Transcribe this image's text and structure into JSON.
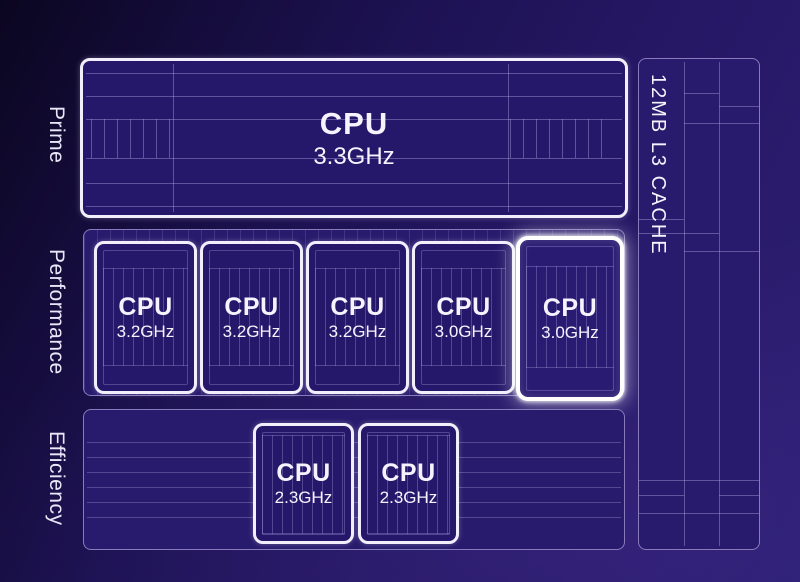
{
  "clusters": {
    "prime": {
      "label": "Prime",
      "cores": [
        {
          "name": "CPU",
          "freq": "3.3GHz"
        }
      ]
    },
    "performance": {
      "label": "Performance",
      "cores": [
        {
          "name": "CPU",
          "freq": "3.2GHz"
        },
        {
          "name": "CPU",
          "freq": "3.2GHz"
        },
        {
          "name": "CPU",
          "freq": "3.2GHz"
        },
        {
          "name": "CPU",
          "freq": "3.0GHz"
        },
        {
          "name": "CPU",
          "freq": "3.0GHz",
          "highlighted": true
        }
      ]
    },
    "efficiency": {
      "label": "Efficiency",
      "cores": [
        {
          "name": "CPU",
          "freq": "2.3GHz"
        },
        {
          "name": "CPU",
          "freq": "2.3GHz"
        }
      ]
    }
  },
  "cache": {
    "label": "12MB L3 CACHE"
  },
  "colors": {
    "background_dark": "#0b0620",
    "background_light": "#2d1f74",
    "box_fill": "#251769",
    "bright_border": "#f2eefc",
    "pattern_line": "#aaa0de",
    "text": "#f6f3fe",
    "highlight_border": "#ffffff"
  }
}
